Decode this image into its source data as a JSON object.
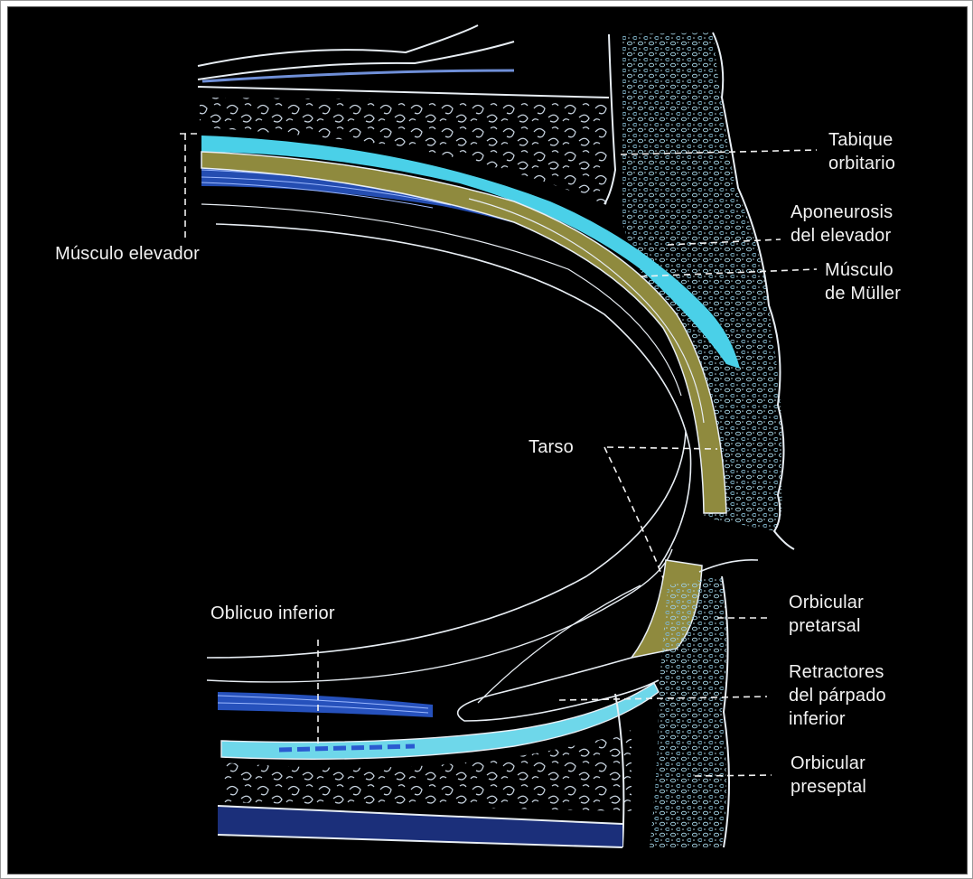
{
  "labels": {
    "tabique_orbitario": [
      "Tabique",
      "orbitario"
    ],
    "aponeurosis_elevador": [
      "Aponeurosis",
      "del elevador"
    ],
    "musculo_muller": [
      "Músculo",
      "de Müller"
    ],
    "musculo_elevador": "Músculo elevador",
    "tarso": "Tarso",
    "oblicuo_inferior": "Oblicuo inferior",
    "orbicular_pretarsal": [
      "Orbicular",
      "pretarsal"
    ],
    "retractores": [
      "Retractores",
      "del párpado",
      "inferior"
    ],
    "orbicular_preseptal": [
      "Orbicular",
      "preseptal"
    ]
  },
  "colors": {
    "background": "#000000",
    "tarsus": "#8f8a3e",
    "aponeurosis_cyan": "#4ad0e8",
    "muscle_blue": "#3a6fd8",
    "line_white": "#e8eef4",
    "fat_dots": "#c8d4e0",
    "skin_dots": "#9cc8d8"
  }
}
